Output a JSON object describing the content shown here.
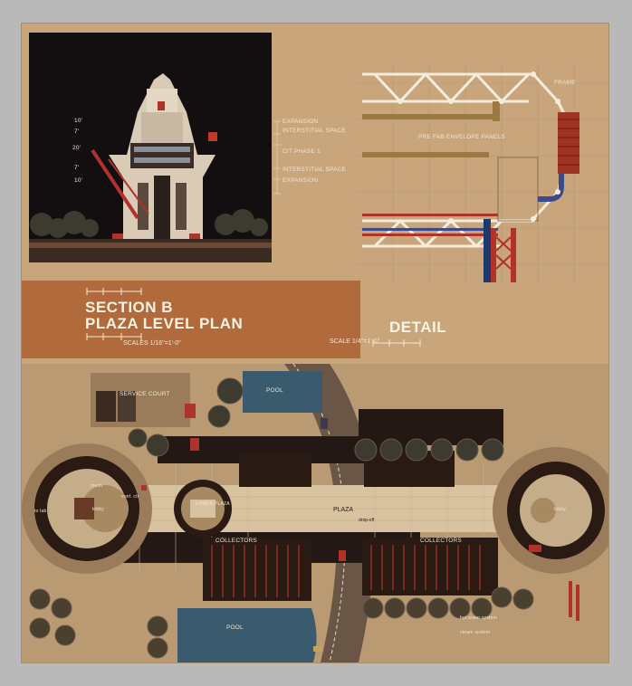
{
  "colors": {
    "board": "#c9a57c",
    "night_sky": "#120e10",
    "band": "#b06a3c",
    "plaza": "#d8c3a1",
    "pool": "#3a5a6e",
    "building_dark": "#241814",
    "accent_red": "#b0322a"
  },
  "section": {
    "dim_labels": [
      "10'",
      "7'",
      "20'",
      "7'",
      "10'"
    ],
    "annotations": [
      "EXPANSION",
      "INTERSTITIAL SPACE",
      "CIT PHASE 1",
      "INTERSTITIAL SPACE",
      "EXPANSION"
    ]
  },
  "title_block": {
    "section_title": "SECTION B",
    "plan_title": "PLAZA LEVEL PLAN",
    "scale_text": "SCALES  1/16\"=1'-0\""
  },
  "detail": {
    "title": "DETAIL",
    "frame_label": "FRAME",
    "panels_label": "PRE FAB ENVELOPE PANELS",
    "scale_text": "SCALE 1/4\"=1'-0\""
  },
  "plan": {
    "service_court": "SERVICE COURT",
    "pool_top": "POOL",
    "pool_bottom": "POOL",
    "collectors_left": "COLLECTORS",
    "collectors_right": "COLLECTORS",
    "plaza": "PLAZA",
    "lower_plaza": "LOWER PLAZA",
    "drop_off": "drop-off",
    "lobby_left": "lobby",
    "lobby_right": "lobby",
    "mech": "mech",
    "conf_ctr": "conf. ctr",
    "to_lab": "to lab",
    "note_hot_water": "hot water system",
    "note_steam": "steam system"
  }
}
